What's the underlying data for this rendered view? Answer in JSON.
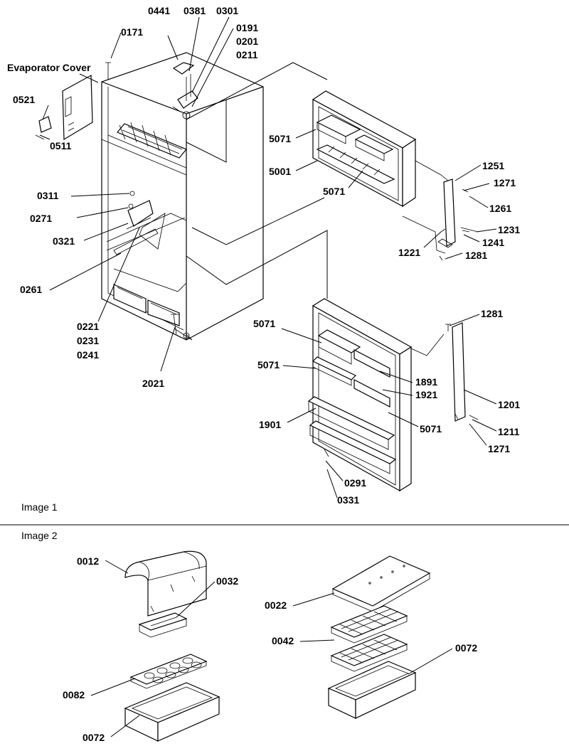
{
  "image1": {
    "title": "Image 1",
    "labels": {
      "evaporator_cover": "Evaporator Cover",
      "p0441": "0441",
      "p0381": "0381",
      "p0301": "0301",
      "p0171": "0171",
      "p0191": "0191",
      "p0201": "0201",
      "p0211": "0211",
      "p0521": "0521",
      "p0511": "0511",
      "p5071_a": "5071",
      "p5001": "5001",
      "p5071_b": "5071",
      "p1251": "1251",
      "p1271_a": "1271",
      "p1261": "1261",
      "p1231": "1231",
      "p1241": "1241",
      "p1221": "1221",
      "p1281_a": "1281",
      "p0311": "0311",
      "p0271": "0271",
      "p0321": "0321",
      "p0261": "0261",
      "p0221": "0221",
      "p0231": "0231",
      "p0241": "0241",
      "p2021": "2021",
      "p1281_b": "1281",
      "p5071_c": "5071",
      "p5071_d": "5071",
      "p1891": "1891",
      "p1921": "1921",
      "p1201": "1201",
      "p1901": "1901",
      "p5071_e": "5071",
      "p1211": "1211",
      "p1271_b": "1271",
      "p0291": "0291",
      "p0331": "0331"
    }
  },
  "image2": {
    "title": "Image 2",
    "labels": {
      "p0012": "0012",
      "p0032": "0032",
      "p0082": "0082",
      "p0072_a": "0072",
      "p0022": "0022",
      "p0042": "0042",
      "p0072_b": "0072"
    }
  }
}
